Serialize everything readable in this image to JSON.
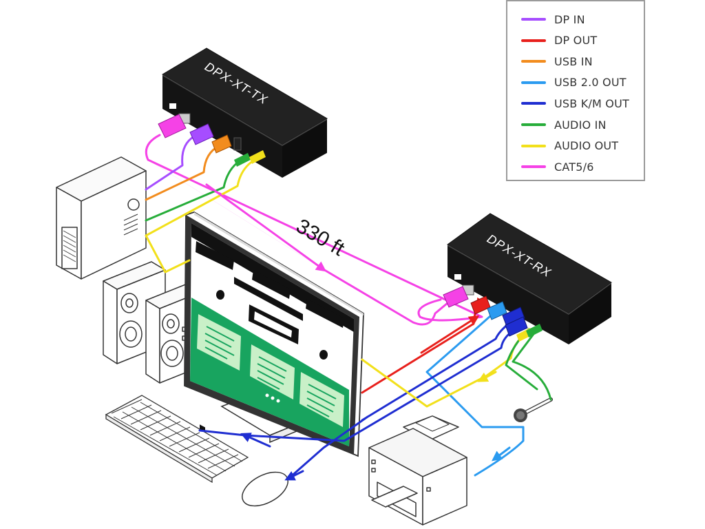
{
  "transmitter": {
    "label": "DPX-XT-TX"
  },
  "receiver": {
    "label": "DPX-XT-RX"
  },
  "distance_label": "330 ft",
  "legend": {
    "items": [
      {
        "label": "DP IN",
        "color": "#a64dff"
      },
      {
        "label": "DP OUT",
        "color": "#e8201c"
      },
      {
        "label": "USB IN",
        "color": "#f28c1e"
      },
      {
        "label": "USB 2.0 OUT",
        "color": "#2b9bf0"
      },
      {
        "label": "USB K/M OUT",
        "color": "#1f2ed1"
      },
      {
        "label": "AUDIO IN",
        "color": "#27ad3a"
      },
      {
        "label": "AUDIO OUT",
        "color": "#f2e01b"
      },
      {
        "label": "CAT5/6",
        "color": "#f542e6"
      }
    ]
  },
  "colors": {
    "box": "#1c1c1c",
    "screen_green": "#18a45f",
    "screen_bar": "#111111"
  }
}
